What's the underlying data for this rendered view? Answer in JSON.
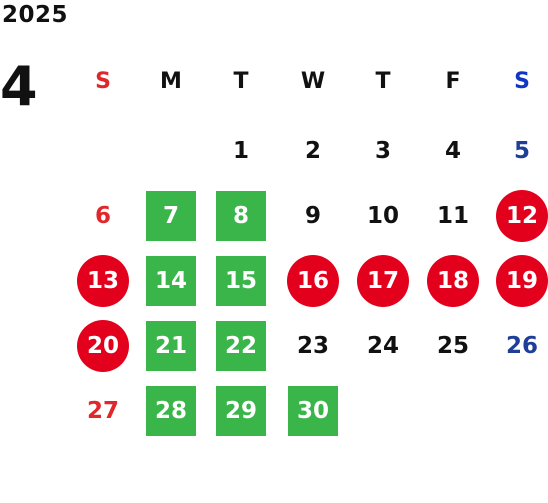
{
  "year": "2025",
  "month": "4",
  "weekday_headers": [
    "S",
    "M",
    "T",
    "W",
    "T",
    "F",
    "S"
  ],
  "days": [
    {
      "day": "1",
      "mark": "none"
    },
    {
      "day": "2",
      "mark": "none"
    },
    {
      "day": "3",
      "mark": "none"
    },
    {
      "day": "4",
      "mark": "none"
    },
    {
      "day": "5",
      "mark": "none"
    },
    {
      "day": "6",
      "mark": "none"
    },
    {
      "day": "7",
      "mark": "green-square"
    },
    {
      "day": "8",
      "mark": "green-square"
    },
    {
      "day": "9",
      "mark": "none"
    },
    {
      "day": "10",
      "mark": "none"
    },
    {
      "day": "11",
      "mark": "none"
    },
    {
      "day": "12",
      "mark": "red-circle"
    },
    {
      "day": "13",
      "mark": "red-circle"
    },
    {
      "day": "14",
      "mark": "green-square"
    },
    {
      "day": "15",
      "mark": "green-square"
    },
    {
      "day": "16",
      "mark": "red-circle"
    },
    {
      "day": "17",
      "mark": "red-circle"
    },
    {
      "day": "18",
      "mark": "red-circle"
    },
    {
      "day": "19",
      "mark": "red-circle"
    },
    {
      "day": "20",
      "mark": "red-circle"
    },
    {
      "day": "21",
      "mark": "green-square"
    },
    {
      "day": "22",
      "mark": "green-square"
    },
    {
      "day": "23",
      "mark": "none"
    },
    {
      "day": "24",
      "mark": "none"
    },
    {
      "day": "25",
      "mark": "none"
    },
    {
      "day": "26",
      "mark": "none"
    },
    {
      "day": "27",
      "mark": "none"
    },
    {
      "day": "28",
      "mark": "green-square"
    },
    {
      "day": "29",
      "mark": "green-square"
    },
    {
      "day": "30",
      "mark": "green-square"
    }
  ],
  "colors": {
    "sunday_text": "#e0282a",
    "saturday_text": "#1f3e98",
    "green_mark": "#3ab54a",
    "red_mark": "#e2001d"
  }
}
